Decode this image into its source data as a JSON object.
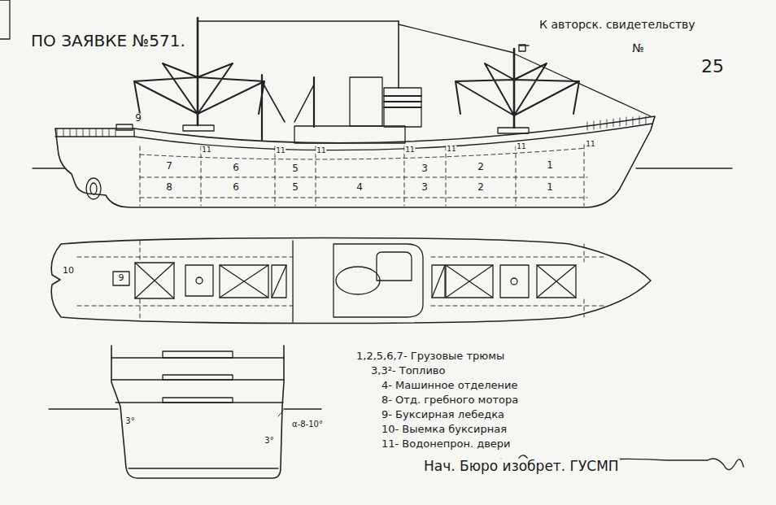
{
  "diagram": {
    "title": "ПО ЗАЯВКЕ №571.",
    "labels": [
      "К авторск. свидетельству",
      "№",
      "25",
      "11",
      "11",
      "11",
      "11",
      "11",
      "11",
      "11",
      "9",
      "7",
      "6",
      "5",
      "3",
      "2",
      "1",
      "8",
      "6",
      "5",
      "4",
      "3",
      "2",
      "1",
      "10",
      "9",
      "3°",
      "α-8-10°",
      "3°",
      "1,2,5,6,7- Грузовые трюмы",
      "3,3²- Топливо",
      "4- Машинное отделение",
      "8- Отд. гребного мотора",
      "9- Буксирная лебедка",
      "10- Выемка буксирная",
      "11- Водонепрон. двери",
      "Нач. Бюро изобрет. ГУСМП"
    ]
  }
}
